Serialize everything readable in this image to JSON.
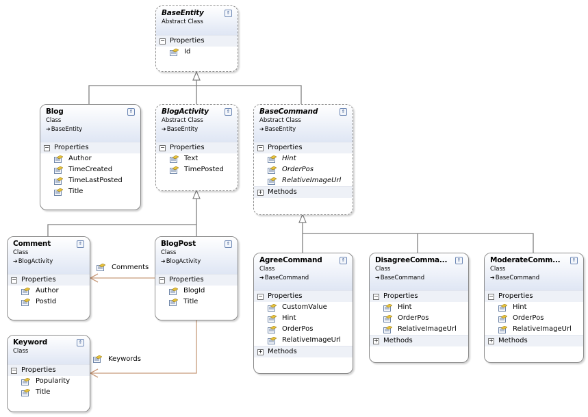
{
  "diagram": {
    "colors": {
      "inheritance_line": "#7f7f7f",
      "association_line": "#c79a7a",
      "header_gradient_end": "#dfe6f4",
      "section_bg": "#eef1f7"
    },
    "shapes": {
      "base_entity": {
        "name": "BaseEntity",
        "kind": "Abstract Class",
        "base": "",
        "sections": [
          {
            "label": "Properties",
            "expanded": true,
            "items": [
              "Id"
            ]
          }
        ]
      },
      "blog": {
        "name": "Blog",
        "kind": "Class",
        "base": "BaseEntity",
        "sections": [
          {
            "label": "Properties",
            "expanded": true,
            "items": [
              "Author",
              "TimeCreated",
              "TimeLastPosted",
              "Title"
            ]
          }
        ]
      },
      "blog_activity": {
        "name": "BlogActivity",
        "kind": "Abstract Class",
        "base": "BaseEntity",
        "sections": [
          {
            "label": "Properties",
            "expanded": true,
            "items": [
              "Text",
              "TimePosted"
            ]
          }
        ]
      },
      "base_command": {
        "name": "BaseCommand",
        "kind": "Abstract Class",
        "base": "BaseEntity",
        "sections": [
          {
            "label": "Properties",
            "expanded": true,
            "items": [
              "Hint",
              "OrderPos",
              "RelativeImageUrl"
            ]
          },
          {
            "label": "Methods",
            "expanded": false,
            "items": []
          }
        ]
      },
      "comment": {
        "name": "Comment",
        "kind": "Class",
        "base": "BlogActivity",
        "sections": [
          {
            "label": "Properties",
            "expanded": true,
            "items": [
              "Author",
              "PostId"
            ]
          }
        ]
      },
      "blog_post": {
        "name": "BlogPost",
        "kind": "Class",
        "base": "BlogActivity",
        "sections": [
          {
            "label": "Properties",
            "expanded": true,
            "items": [
              "BlogId",
              "Title"
            ]
          }
        ]
      },
      "keyword": {
        "name": "Keyword",
        "kind": "Class",
        "base": "",
        "sections": [
          {
            "label": "Properties",
            "expanded": true,
            "items": [
              "Popularity",
              "Title"
            ]
          }
        ]
      },
      "agree_command": {
        "name": "AgreeCommand",
        "kind": "Class",
        "base": "BaseCommand",
        "sections": [
          {
            "label": "Properties",
            "expanded": true,
            "items": [
              "CustomValue",
              "Hint",
              "OrderPos",
              "RelativeImageUrl"
            ]
          },
          {
            "label": "Methods",
            "expanded": false,
            "items": []
          }
        ]
      },
      "disagree_command": {
        "name": "DisagreeComma...",
        "kind": "Class",
        "base": "BaseCommand",
        "sections": [
          {
            "label": "Properties",
            "expanded": true,
            "items": [
              "Hint",
              "OrderPos",
              "RelativeImageUrl"
            ]
          },
          {
            "label": "Methods",
            "expanded": false,
            "items": []
          }
        ]
      },
      "moderate_command": {
        "name": "ModerateComm...",
        "kind": "Class",
        "base": "BaseCommand",
        "sections": [
          {
            "label": "Properties",
            "expanded": true,
            "items": [
              "Hint",
              "OrderPos",
              "RelativeImageUrl"
            ]
          },
          {
            "label": "Methods",
            "expanded": false,
            "items": []
          }
        ]
      }
    },
    "associations": [
      {
        "from": "BlogPost",
        "to": "Comment",
        "label": "Comments"
      },
      {
        "from": "BlogPost",
        "to": "Keyword",
        "label": "Keywords"
      }
    ],
    "glyphs": {
      "collapse": "⇑",
      "expanded": "−",
      "collapsed": "+",
      "inherits_arrow": "➔"
    }
  }
}
